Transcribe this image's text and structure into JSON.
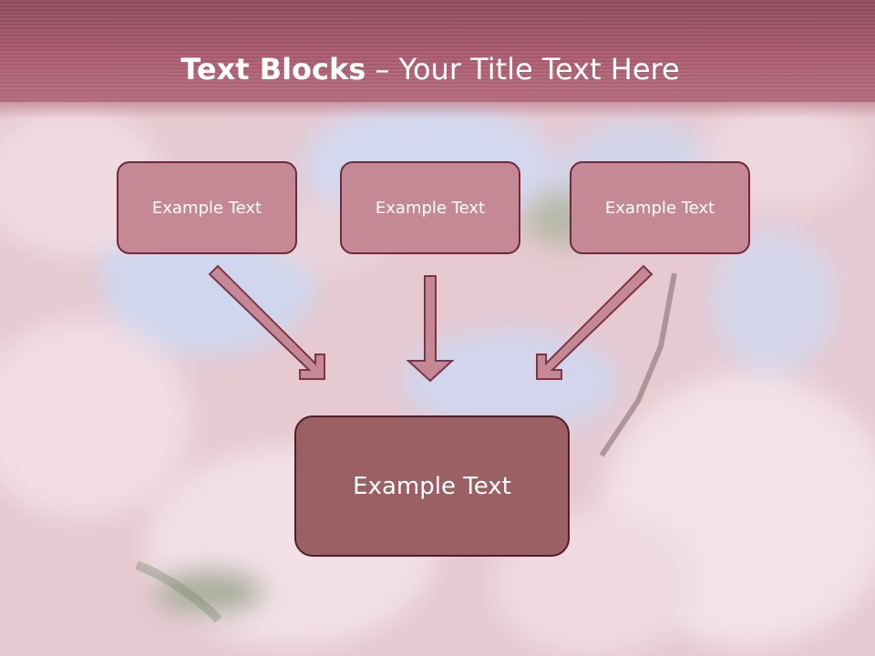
{
  "title": {
    "bold": "Text Blocks",
    "dash": " – ",
    "rest": "Your Title Text Here"
  },
  "boxes": [
    {
      "label": "Example Text"
    },
    {
      "label": "Example Text"
    },
    {
      "label": "Example Text"
    }
  ],
  "target": {
    "label": "Example Text"
  },
  "colors": {
    "header": "#a8566b",
    "box": "#c48994",
    "target": "#9b6064",
    "border": "#6e2a3a"
  }
}
